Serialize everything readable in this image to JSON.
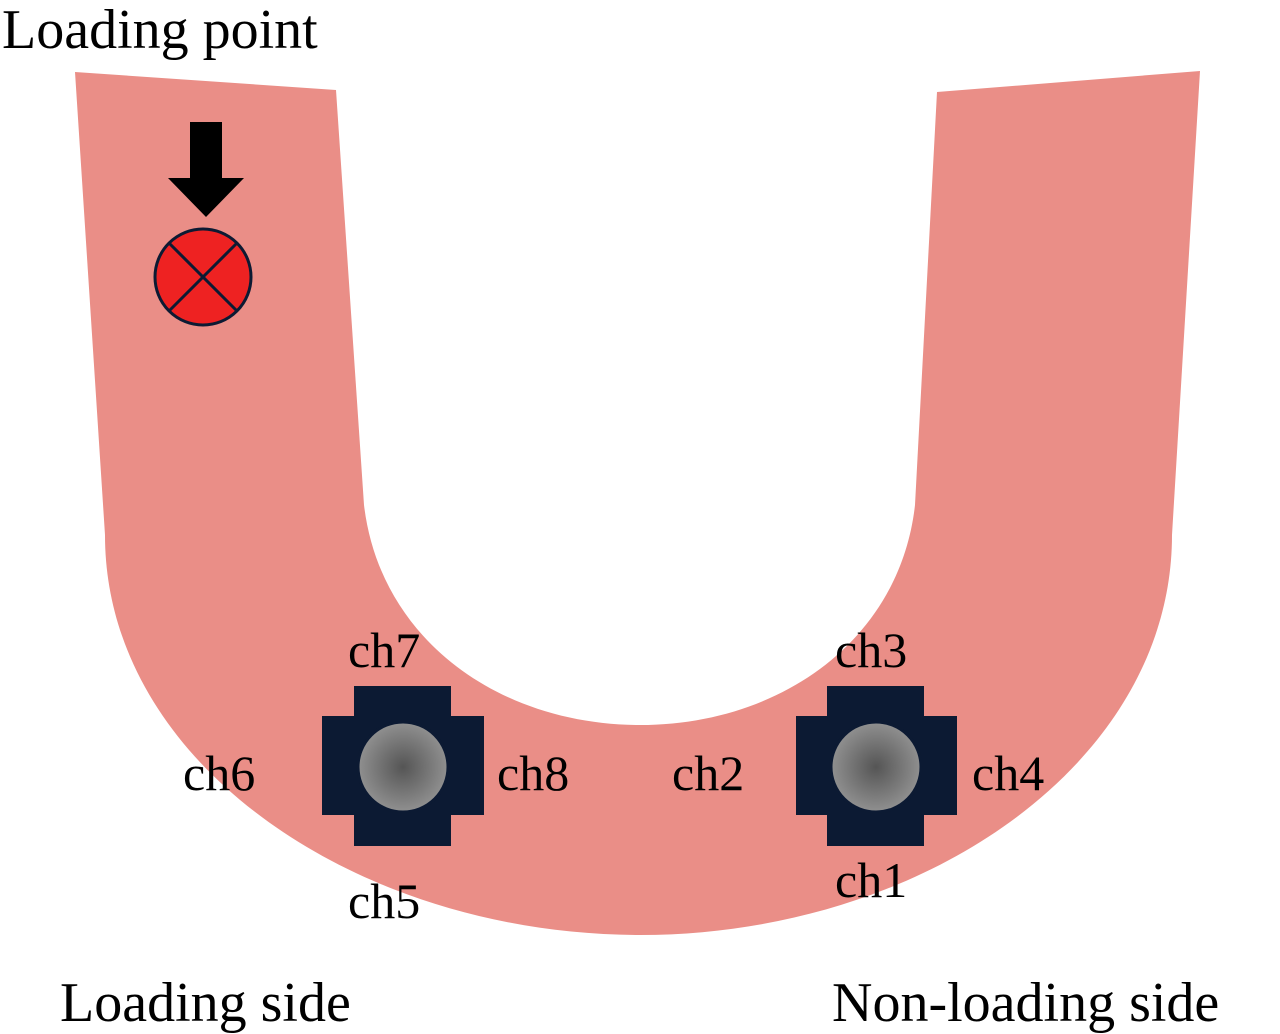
{
  "labels": {
    "loading_point": "Loading point",
    "loading_side": "Loading side",
    "non_loading_side": "Non-loading side"
  },
  "channels": {
    "ch1": "ch1",
    "ch2": "ch2",
    "ch3": "ch3",
    "ch4": "ch4",
    "ch5": "ch5",
    "ch6": "ch6",
    "ch7": "ch7",
    "ch8": "ch8"
  },
  "colors": {
    "body": "#ea8e87",
    "sensor_frame": "#0c1a33",
    "load_marker": "#ee2222",
    "arrow": "#000000",
    "gauge_center": "#555555",
    "gauge_edge": "#909090"
  }
}
